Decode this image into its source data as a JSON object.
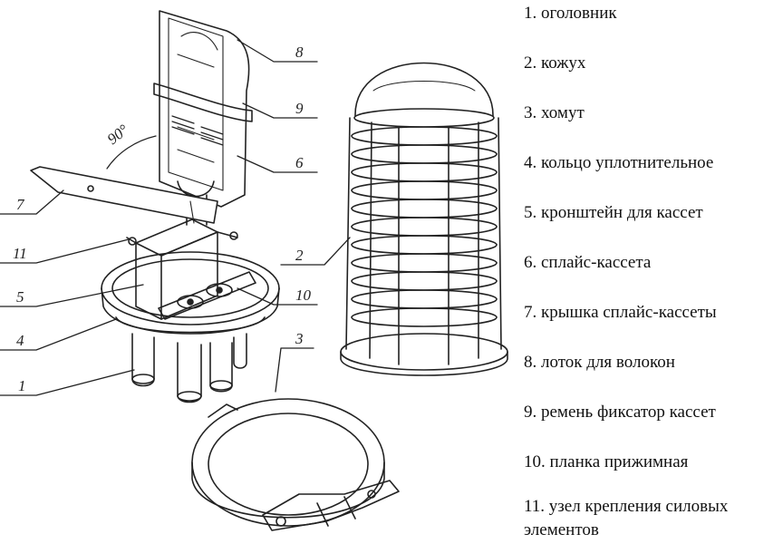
{
  "callouts": {
    "c1": "1",
    "c2": "2",
    "c3": "3",
    "c4": "4",
    "c5": "5",
    "c6": "6",
    "c7": "7",
    "c8": "8",
    "c9": "9",
    "c10": "10",
    "c11": "11",
    "angle": "90°"
  },
  "legend": [
    {
      "text": "1. оголовник"
    },
    {
      "text": "2. кожух"
    },
    {
      "text": "3. хомут"
    },
    {
      "text": "4. кольцо уплотнительное"
    },
    {
      "text": "5. кронштейн для кассет"
    },
    {
      "text": "6. сплайс-кассета"
    },
    {
      "text": "7. крышка сплайс-кассеты"
    },
    {
      "text": "8. лоток для волокон"
    },
    {
      "text": "9. ремень фиксатор кассет"
    },
    {
      "text": "10. планка прижимная"
    },
    {
      "text": "11. узел крепления силовых",
      "text2": "элементов"
    }
  ]
}
